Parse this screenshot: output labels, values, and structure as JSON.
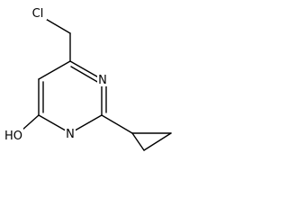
{
  "molecule": {
    "atoms": {
      "chlorine": "Cl",
      "nitrogen_1": "N",
      "nitrogen_3": "N",
      "hydroxyl": "HO"
    }
  }
}
